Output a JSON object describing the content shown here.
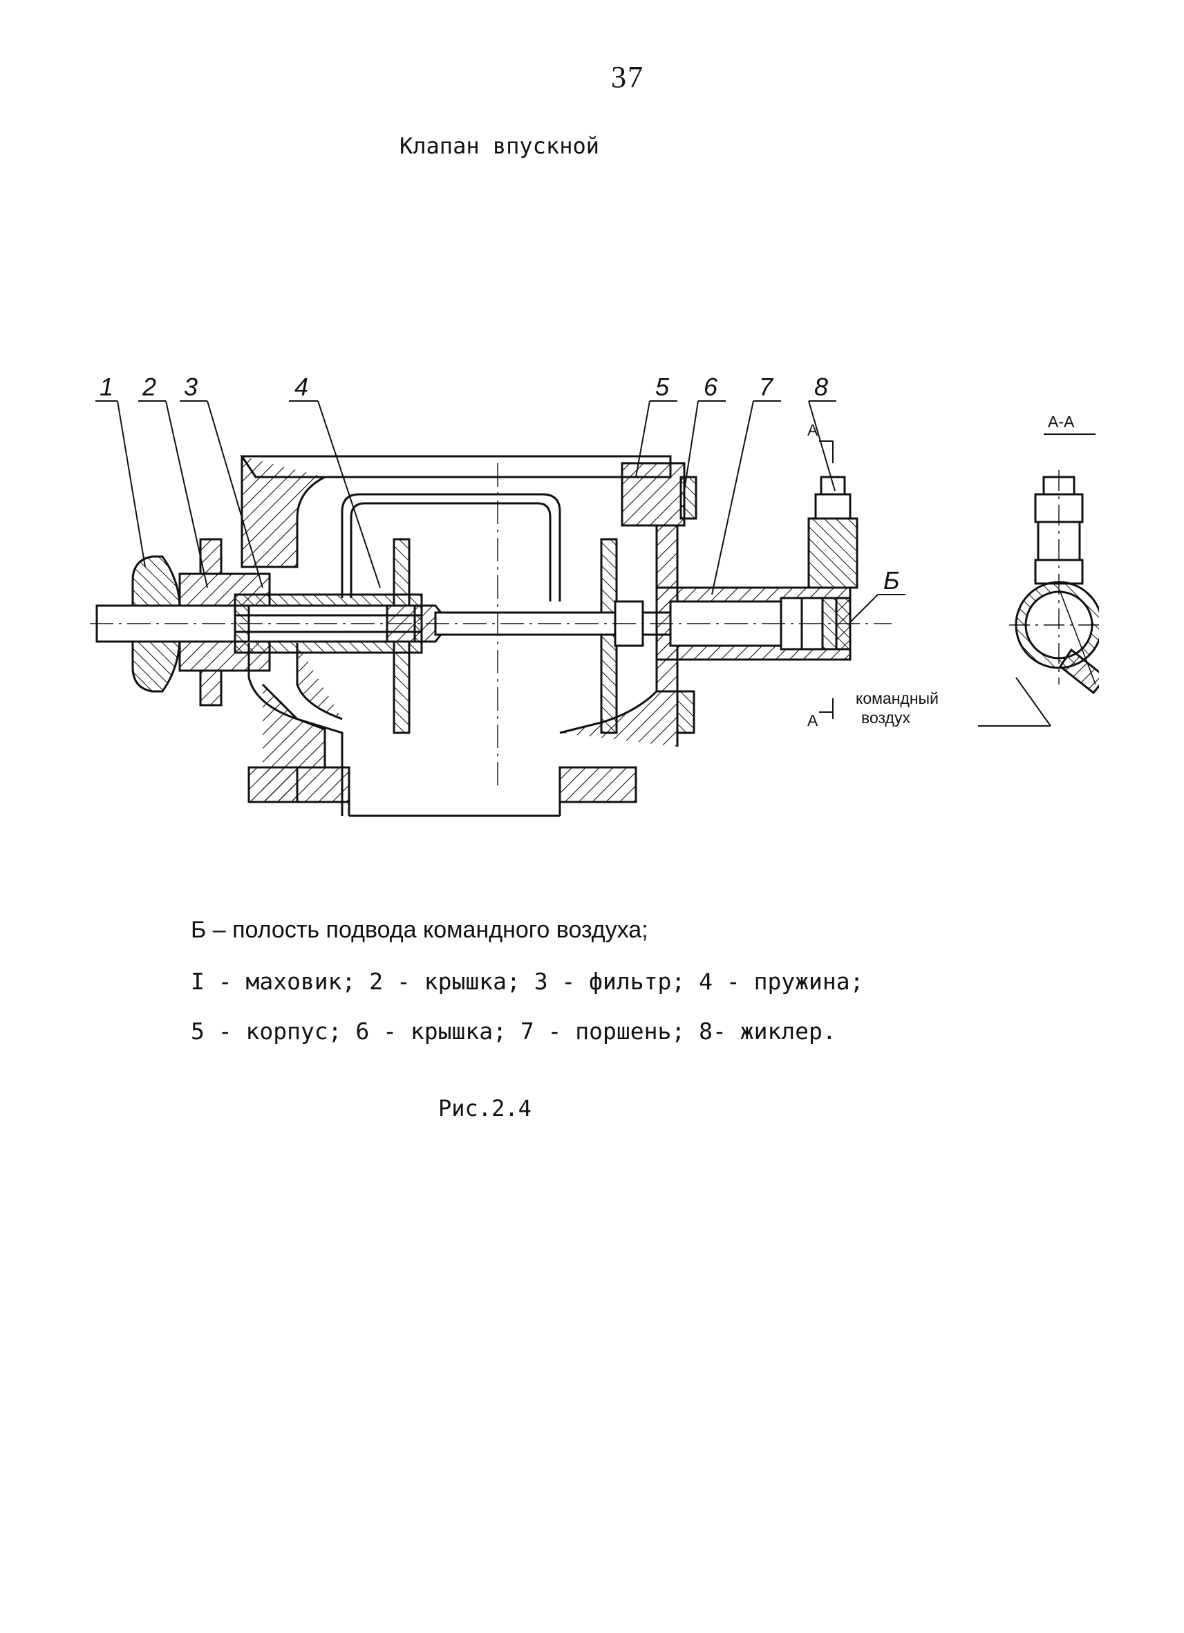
{
  "page": {
    "number": "37",
    "title": "Клапан впускной"
  },
  "drawing": {
    "callouts": [
      "1",
      "2",
      "3",
      "4",
      "5",
      "6",
      "7",
      "8"
    ],
    "section_label": "А-А",
    "section_marker": "А",
    "cavity_label": "Б",
    "air_label_line1": "командный",
    "air_label_line2": "воздух"
  },
  "legend": {
    "line1": "Б – полость подвода командного воздуха;",
    "line2": "I - маховик; 2 - крышка; 3 - фильтр; 4 - пружина;",
    "line3": "5 - корпус; 6 - крышка; 7 - поршень; 8- жиклер."
  },
  "caption": "Рис.2.4"
}
